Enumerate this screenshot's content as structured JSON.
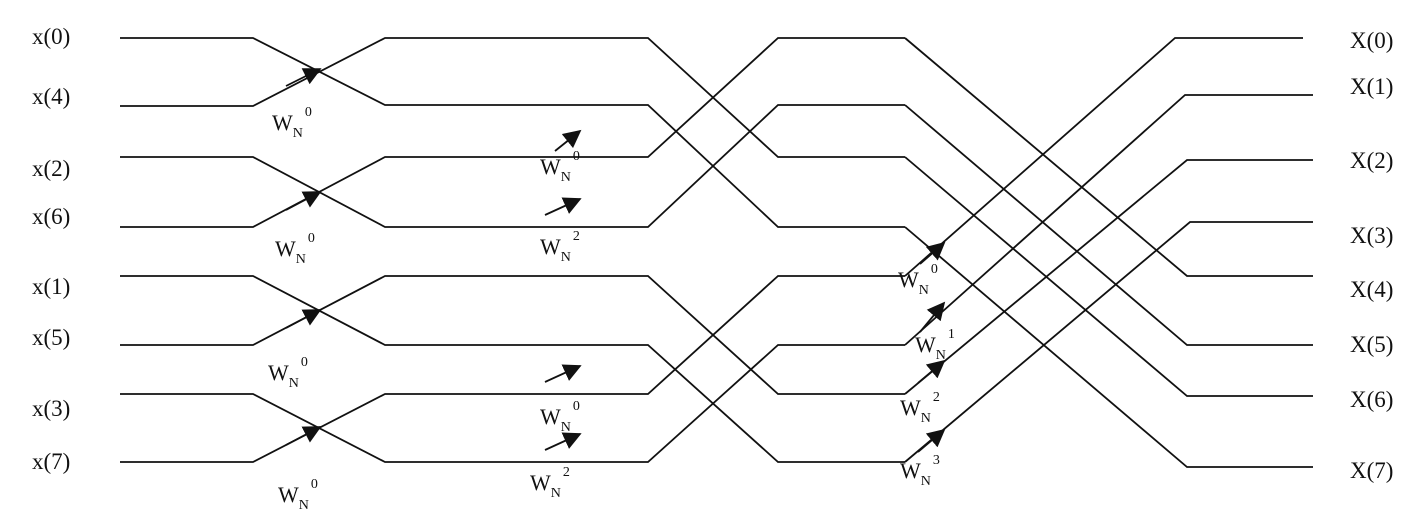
{
  "diagram": {
    "inputs": [
      "x(0)",
      "x(4)",
      "x(2)",
      "x(6)",
      "x(1)",
      "x(5)",
      "x(3)",
      "x(7)"
    ],
    "outputs": [
      "X(0)",
      "X(1)",
      "X(2)",
      "X(3)",
      "X(4)",
      "X(5)",
      "X(6)",
      "X(7)"
    ],
    "twiddle": {
      "base": "W",
      "subscript": "N",
      "stage1": [
        "0",
        "0",
        "0",
        "0"
      ],
      "stage2": [
        "0",
        "2",
        "0",
        "2"
      ],
      "stage3": [
        "0",
        "1",
        "2",
        "3"
      ]
    }
  }
}
